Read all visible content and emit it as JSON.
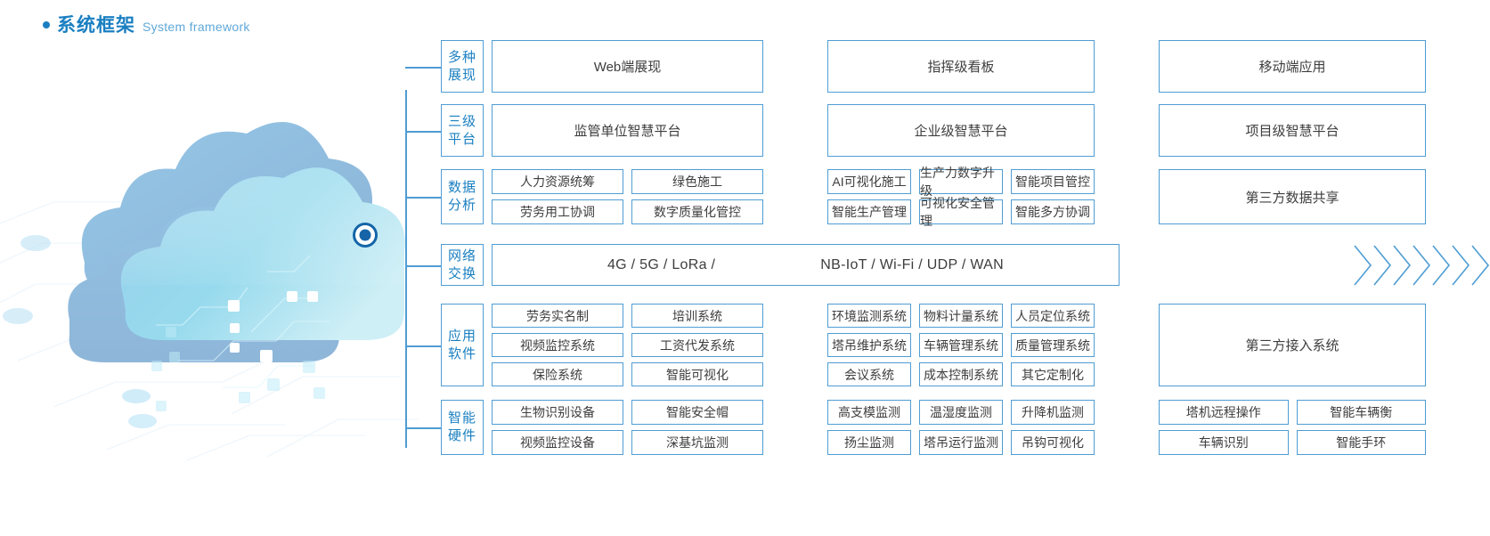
{
  "header": {
    "bullet_icon": "bullet-dot-icon",
    "title_cn": "系统框架",
    "title_en": "System framework",
    "accent_color": "#1a7fc1"
  },
  "illustration": {
    "name": "cloud-computing-graphic",
    "node_icon": "connector-node-icon"
  },
  "rows": [
    {
      "key": "presentation",
      "category": [
        "多种",
        "展现"
      ],
      "groups": [
        {
          "cols": 1,
          "items": [
            [
              "Web端展现"
            ]
          ]
        },
        {
          "cols": 1,
          "items": [
            [
              "指挥级看板"
            ]
          ]
        },
        {
          "cols": 1,
          "items": [
            [
              "移动端应用"
            ]
          ]
        }
      ]
    },
    {
      "key": "platform",
      "category": [
        "三级",
        "平台"
      ],
      "groups": [
        {
          "cols": 1,
          "items": [
            [
              "监管单位智慧平台"
            ]
          ]
        },
        {
          "cols": 1,
          "items": [
            [
              "企业级智慧平台"
            ]
          ]
        },
        {
          "cols": 1,
          "items": [
            [
              "项目级智慧平台"
            ]
          ]
        }
      ]
    },
    {
      "key": "data-analysis",
      "category": [
        "数据",
        "分析"
      ],
      "groups": [
        {
          "cols": 2,
          "items": [
            [
              "人力资源统筹",
              "绿色施工"
            ],
            [
              "劳务用工协调",
              "数字质量化管控"
            ]
          ]
        },
        {
          "cols": 3,
          "items": [
            [
              "AI可视化施工",
              "生产力数字升级",
              "智能项目管控"
            ],
            [
              "智能生产管理",
              "可视化安全管理",
              "智能多方协调"
            ]
          ]
        },
        {
          "cols": 1,
          "tall": true,
          "items": [
            [
              "第三方数据共享"
            ]
          ]
        }
      ]
    },
    {
      "key": "network",
      "category": [
        "网络",
        "交换"
      ],
      "network_text": [
        "4G / 5G / LoRa /",
        "NB-IoT / Wi-Fi / UDP / WAN"
      ],
      "arrow_count": 7
    },
    {
      "key": "application-software",
      "category": [
        "应用",
        "软件"
      ],
      "groups": [
        {
          "cols": 2,
          "items": [
            [
              "劳务实名制",
              "培训系统"
            ],
            [
              "视频监控系统",
              "工资代发系统"
            ],
            [
              "保险系统",
              "智能可视化"
            ]
          ]
        },
        {
          "cols": 3,
          "items": [
            [
              "环境监测系统",
              "物料计量系统",
              "人员定位系统"
            ],
            [
              "塔吊维护系统",
              "车辆管理系统",
              "质量管理系统"
            ],
            [
              "会议系统",
              "成本控制系统",
              "其它定制化"
            ]
          ]
        },
        {
          "cols": 1,
          "tall": true,
          "items": [
            [
              "第三方接入系统"
            ]
          ]
        }
      ]
    },
    {
      "key": "smart-hardware",
      "category": [
        "智能",
        "硬件"
      ],
      "groups": [
        {
          "cols": 2,
          "items": [
            [
              "生物识别设备",
              "智能安全帽"
            ],
            [
              "视频监控设备",
              "深基坑监测"
            ]
          ]
        },
        {
          "cols": 3,
          "items": [
            [
              "高支模监测",
              "温湿度监测",
              "升降机监测"
            ],
            [
              "扬尘监测",
              "塔吊运行监测",
              "吊钩可视化"
            ]
          ]
        },
        {
          "cols": 2,
          "items": [
            [
              "塔机远程操作",
              "智能车辆衡"
            ],
            [
              "车辆识别",
              "智能手环"
            ]
          ]
        }
      ]
    }
  ],
  "colors": {
    "border": "#4f9dd4",
    "text": "#3d3d3d",
    "accent": "#1a7fc1"
  }
}
